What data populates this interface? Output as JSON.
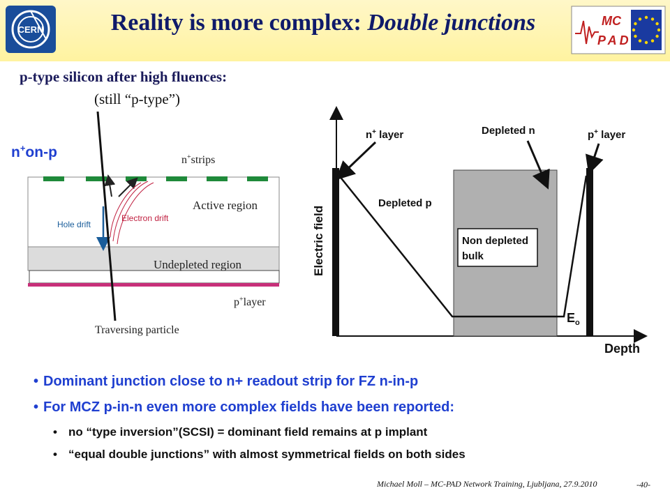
{
  "header": {
    "title_main": "Reality is more complex: ",
    "title_italic": "Double junctions",
    "cern_logo_text": "CERN",
    "mcpad_logo_top": "MC",
    "mcpad_logo_bottom": "PAD"
  },
  "subtitle": {
    "line1": "p-type silicon after high fluences:",
    "line2": "(still “p-type”)"
  },
  "sensor_diagram": {
    "label_type_pre": "n",
    "label_type_sup": "+",
    "label_type_post": "on-p",
    "strips_label_pre": "n",
    "strips_label_sup": "+",
    "strips_label_post": "strips",
    "active_region": "Active region",
    "hole_drift": "Hole drift",
    "electron_drift": "Electron drift",
    "undepleted_region": "Undepleted region",
    "player_pre": "p",
    "player_sup": "+",
    "player_post": "layer",
    "traversing_particle": "Traversing particle"
  },
  "field_diagram": {
    "y_axis_label": "Electric field",
    "x_axis_label": "Depth",
    "nlayer_pre": "n",
    "nlayer_sup": "+",
    "nlayer_post": " layer",
    "depleted_n": "Depleted n",
    "player_pre": "p",
    "player_sup": "+",
    "player_post": " layer",
    "depleted_p": "Depleted p",
    "non_depleted_line1": "Non depleted",
    "non_depleted_line2": "bulk",
    "e0_main": "E",
    "e0_sub": "o"
  },
  "bullets": [
    "Dominant junction close to n+ readout strip for FZ n-in-p",
    "For MCZ p-in-n even more complex fields have been reported:"
  ],
  "sub_bullets": [
    "no “type inversion”(SCSI) = dominant field remains at p implant",
    "“equal double junctions” with almost symmetrical fields on both sides"
  ],
  "footer": {
    "credit": "Michael Moll – MC-PAD Network Training, Ljubljana, 27.9.2010",
    "page": "-40-"
  },
  "colors": {
    "title": "#0f1a6a",
    "accent_blue": "#1f3fd0",
    "strip_green": "#1f8a3a",
    "player_magenta": "#c8307a",
    "header_yellow": "#fff3a0"
  }
}
